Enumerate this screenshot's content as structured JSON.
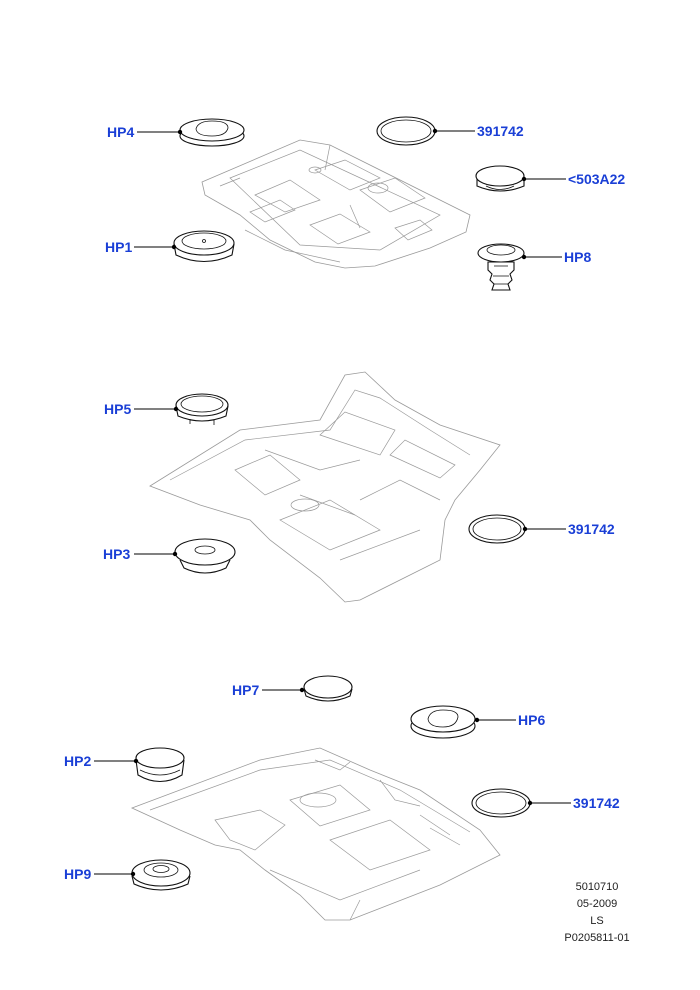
{
  "callouts": {
    "hp4": "HP4",
    "c391742_a": "391742",
    "c503a22": "<503A22",
    "hp1": "HP1",
    "hp8": "HP8",
    "hp5": "HP5",
    "c391742_b": "391742",
    "hp3": "HP3",
    "hp7": "HP7",
    "hp6": "HP6",
    "hp2": "HP2",
    "c391742_c": "391742",
    "hp9": "HP9"
  },
  "reference_block": {
    "code": "5010710",
    "date": "05-2009",
    "initials": "LS",
    "drawing_number": "P0205811-01"
  },
  "colors": {
    "callout_text": "#1a3fd6",
    "part_outline": "#111111",
    "floor_pan_outline": "#9a9a9a"
  }
}
